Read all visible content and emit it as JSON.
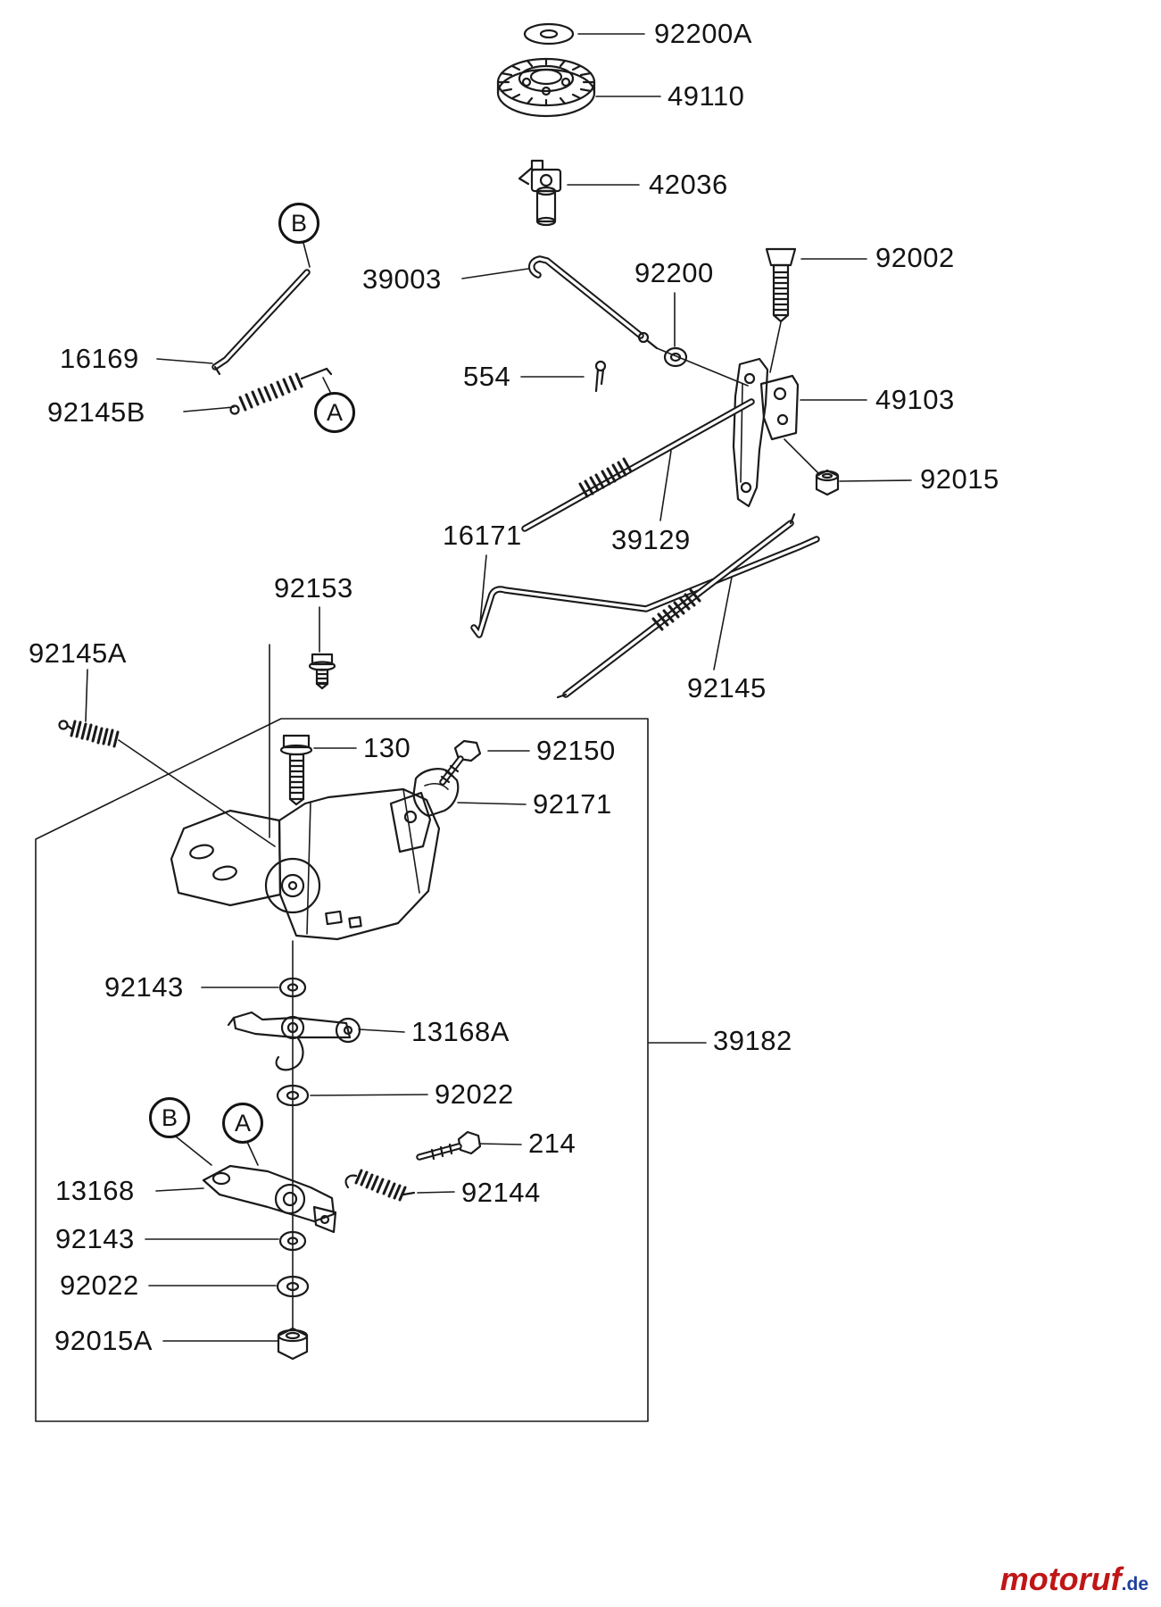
{
  "diagram": {
    "part_labels": {
      "92200A": "92200A",
      "49110": "49110",
      "42036": "42036",
      "92002": "92002",
      "39003": "39003",
      "92200": "92200",
      "16169": "16169",
      "554": "554",
      "49103": "49103",
      "92145B": "92145B",
      "92015": "92015",
      "16171": "16171",
      "39129": "39129",
      "92153": "92153",
      "92145A": "92145A",
      "92145": "92145",
      "130": "130",
      "92150": "92150",
      "92171": "92171",
      "92143": "92143",
      "13168A": "13168A",
      "39182": "39182",
      "92022": "92022",
      "214": "214",
      "13168": "13168",
      "92144": "92144",
      "92015A": "92015A"
    },
    "callout_letters": {
      "a": "A",
      "b": "B"
    }
  },
  "watermark": {
    "brand": "motoruf",
    "tld": ".de",
    "brand_color": "#c01616",
    "tld_color": "#1f3f9f"
  }
}
